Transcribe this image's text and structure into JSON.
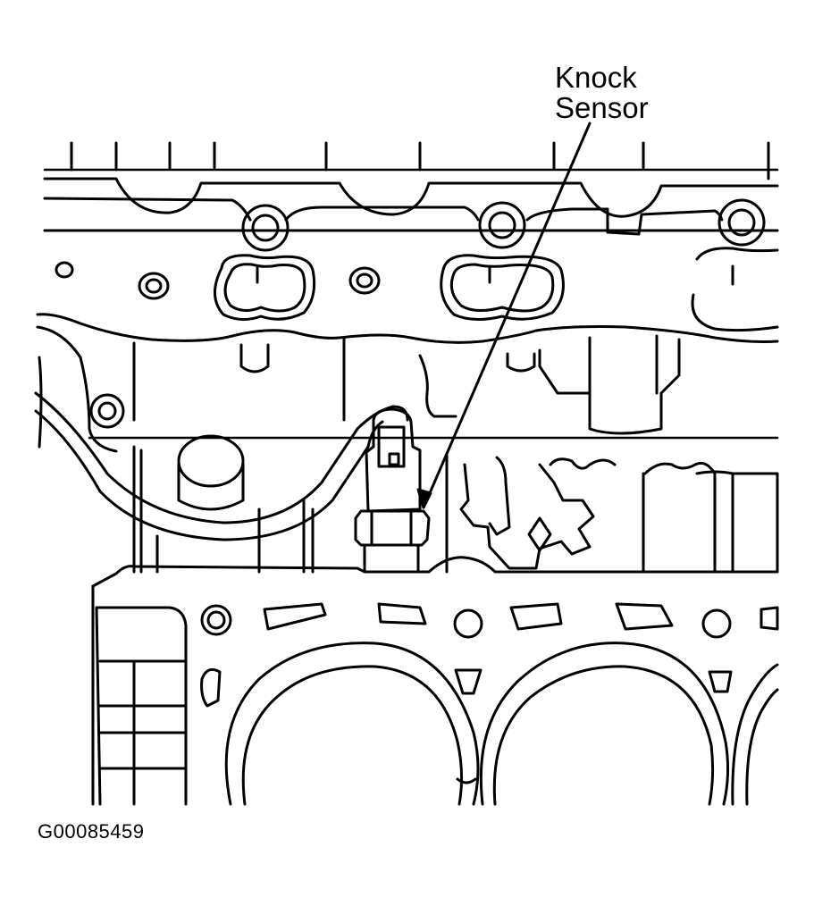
{
  "diagram": {
    "callouts": [
      {
        "line1": "Knock",
        "line2": "Sensor"
      }
    ],
    "figure_id": "G00085459"
  },
  "colors": {
    "line": "#000000",
    "background": "#ffffff"
  }
}
